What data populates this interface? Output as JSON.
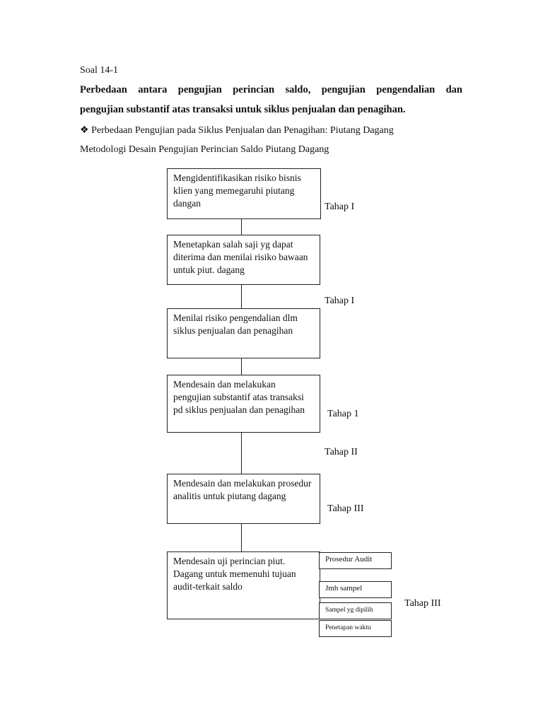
{
  "header": {
    "soal": "Soal 14-1",
    "title_line1": "Perbedaan antara pengujian perincian saldo, pengujian pengendalian dan",
    "title_line2": "pengujian substantif atas transaksi untuk siklus penjualan dan penagihan.",
    "bullet_symbol": "❖",
    "bullet_text": "Perbedaan Pengujian pada Siklus Penjualan dan Penagihan: Piutang Dagang",
    "methodology": "Metodologi Desain Pengujian Perincian Saldo Piutang Dagang"
  },
  "flow": {
    "boxes": [
      "Mengidentifikasikan risiko bisnis klien yang memegaruhi piutang dangan",
      "Menetapkan salah saji yg dapat diterima dan menilai risiko bawaan untuk piut. dagang",
      "Menilai risiko pengendalian dlm siklus penjualan dan penagihan",
      "Mendesain dan melakukan pengujian substantif atas transaksi pd siklus penjualan dan penagihan",
      "Mendesain dan melakukan prosedur analitis untuk piutang dagang",
      "Mendesain uji perincian piut. Dagang untuk memenuhi tujuan audit-terkait saldo"
    ],
    "stages": [
      "Tahap I",
      "Tahap I",
      "Tahap 1",
      "Tahap II",
      "Tahap III",
      "Tahap III"
    ],
    "side_boxes": [
      "Prosedur Audit",
      "Jmh sampel",
      "Sampel yg dipilih",
      "Penetapan waktu"
    ]
  }
}
